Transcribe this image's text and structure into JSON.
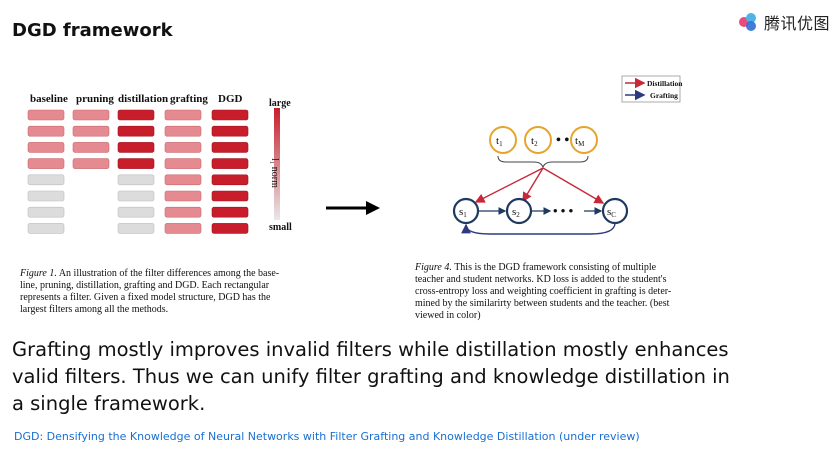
{
  "slide": {
    "title": "DGD framework",
    "logo_text": "腾讯优图"
  },
  "figure1": {
    "columns": [
      "baseline",
      "pruning",
      "distillation",
      "grafting",
      "DGD"
    ],
    "legend_top": "large",
    "legend_bottom": "small",
    "legend_axis": "l₁ norm",
    "caption_label": "Figure 1.",
    "caption_lines": [
      "An illustration of the filter differences among the base-",
      "line, pruning, distillation, grafting and DGD. Each rectangular",
      "represents a filter.  Given a fixed model structure, DGD has the",
      "largest filters among all the methods."
    ]
  },
  "figure4": {
    "legend": [
      "Distillation",
      "Grafting"
    ],
    "teachers": [
      "t1",
      "t2",
      "tM"
    ],
    "students": [
      "s1",
      "s2",
      "sC"
    ],
    "caption_label": "Figure 4.",
    "caption_lines": [
      "This is the DGD framework consisting of multiple",
      "teacher and student networks.  KD loss is added to the student's",
      "cross-entropy loss and weighting coefficient in grafting is deter-",
      "mined by the similarirty between students and the teacher. (best",
      "viewed in color)"
    ],
    "colors": {
      "distillation": "#c8283a",
      "grafting": "#2d3a80",
      "teacher_ring": "#e6a52a",
      "student_ring": "#1e3a5f"
    }
  },
  "body": {
    "lines": [
      "Grafting mostly improves invalid filters while distillation mostly enhances",
      "valid filters.  Thus we can unify filter grafting and knowledge distillation in",
      "a single framework."
    ]
  },
  "footer": {
    "citation": "DGD: Densifying the Knowledge of Neural Networks with Filter Grafting and Knowledge Distillation (under review)"
  },
  "chart_data": {
    "type": "heatmap",
    "columns": [
      "baseline",
      "pruning",
      "distillation",
      "grafting",
      "DGD"
    ],
    "rows": 8,
    "levels": [
      [
        "light-red",
        "light-red",
        "red",
        "light-red",
        "red"
      ],
      [
        "light-red",
        "light-red",
        "red",
        "light-red",
        "red"
      ],
      [
        "light-red",
        "light-red",
        "red",
        "light-red",
        "red"
      ],
      [
        "light-red",
        "light-red",
        "red",
        "light-red",
        "red"
      ],
      [
        "gray",
        "empty",
        "gray",
        "light-red",
        "red"
      ],
      [
        "gray",
        "empty",
        "gray",
        "light-red",
        "red"
      ],
      [
        "gray",
        "empty",
        "gray",
        "light-red",
        "red"
      ],
      [
        "gray",
        "empty",
        "gray",
        "light-red",
        "red"
      ]
    ]
  }
}
